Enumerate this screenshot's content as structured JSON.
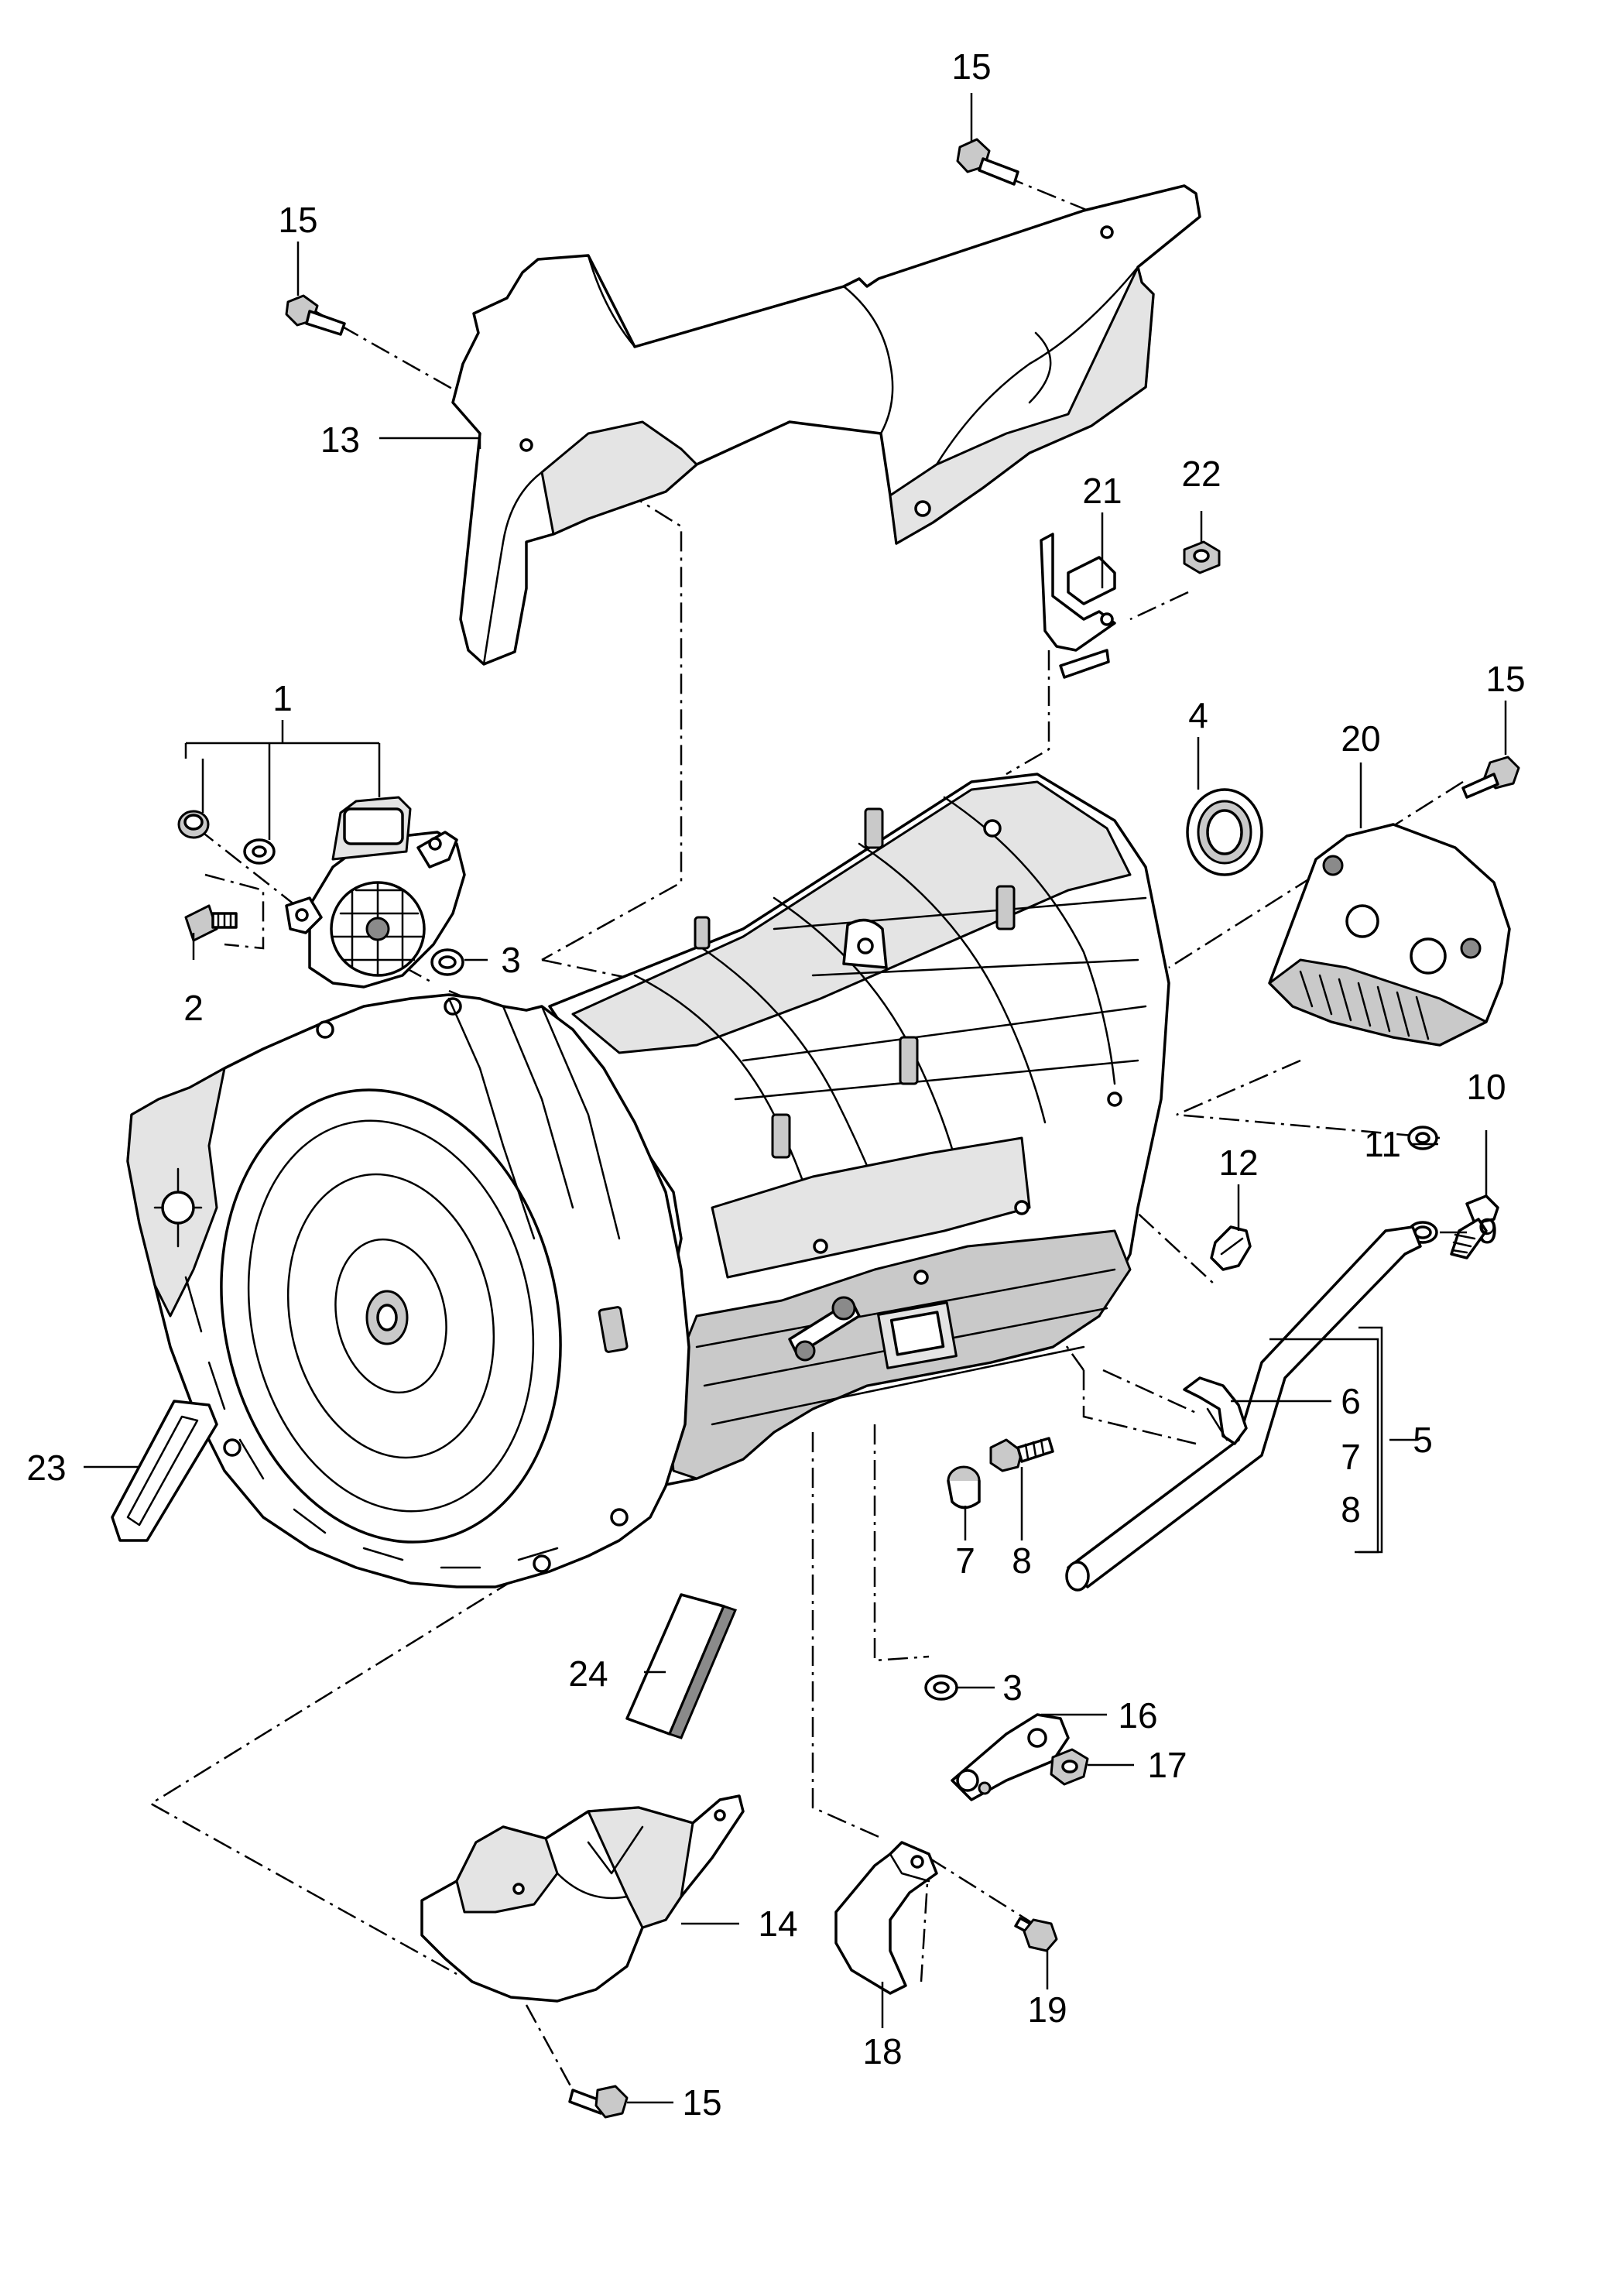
{
  "callouts": [
    {
      "id": "c1",
      "label": "1"
    },
    {
      "id": "c2",
      "label": "2"
    },
    {
      "id": "c3a",
      "label": "3"
    },
    {
      "id": "c3b",
      "label": "3"
    },
    {
      "id": "c4",
      "label": "4"
    },
    {
      "id": "c5",
      "label": "5"
    },
    {
      "id": "c6",
      "label": "6"
    },
    {
      "id": "c7a",
      "label": "7"
    },
    {
      "id": "c7b",
      "label": "7"
    },
    {
      "id": "c8a",
      "label": "8"
    },
    {
      "id": "c8b",
      "label": "8"
    },
    {
      "id": "c9",
      "label": "9"
    },
    {
      "id": "c10",
      "label": "10"
    },
    {
      "id": "c11",
      "label": "11"
    },
    {
      "id": "c12",
      "label": "12"
    },
    {
      "id": "c13",
      "label": "13"
    },
    {
      "id": "c14",
      "label": "14"
    },
    {
      "id": "c15a",
      "label": "15"
    },
    {
      "id": "c15b",
      "label": "15"
    },
    {
      "id": "c15c",
      "label": "15"
    },
    {
      "id": "c15d",
      "label": "15"
    },
    {
      "id": "c16",
      "label": "16"
    },
    {
      "id": "c17",
      "label": "17"
    },
    {
      "id": "c18",
      "label": "18"
    },
    {
      "id": "c19",
      "label": "19"
    },
    {
      "id": "c20",
      "label": "20"
    },
    {
      "id": "c21",
      "label": "21"
    },
    {
      "id": "c22",
      "label": "22"
    },
    {
      "id": "c23",
      "label": "23"
    },
    {
      "id": "c24",
      "label": "24"
    }
  ]
}
